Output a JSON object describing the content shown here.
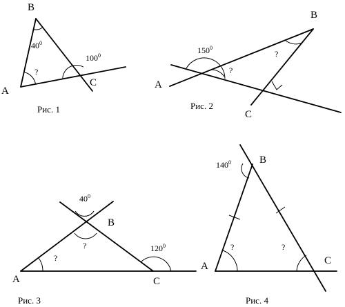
{
  "figures": [
    {
      "caption": "Рис. 1",
      "points": {
        "A": "A",
        "B": "B",
        "C": "C"
      },
      "angles": {
        "B": "40",
        "exterior_C": "100",
        "A": "?"
      }
    },
    {
      "caption": "Рис. 2",
      "points": {
        "A": "A",
        "B": "B",
        "C": "C"
      },
      "angles": {
        "exterior": "150",
        "A": "?",
        "B": "?"
      }
    },
    {
      "caption": "Рис. 3",
      "points": {
        "A": "A",
        "B": "B",
        "C": "C"
      },
      "angles": {
        "vertical_B": "40",
        "exterior_C": "120",
        "A": "?",
        "B": "?"
      }
    },
    {
      "caption": "Рис. 4",
      "points": {
        "A": "A",
        "B": "B",
        "C": "C"
      },
      "angles": {
        "exterior_B": "140",
        "A": "?",
        "C": "?"
      }
    }
  ],
  "degree_sign": "0"
}
